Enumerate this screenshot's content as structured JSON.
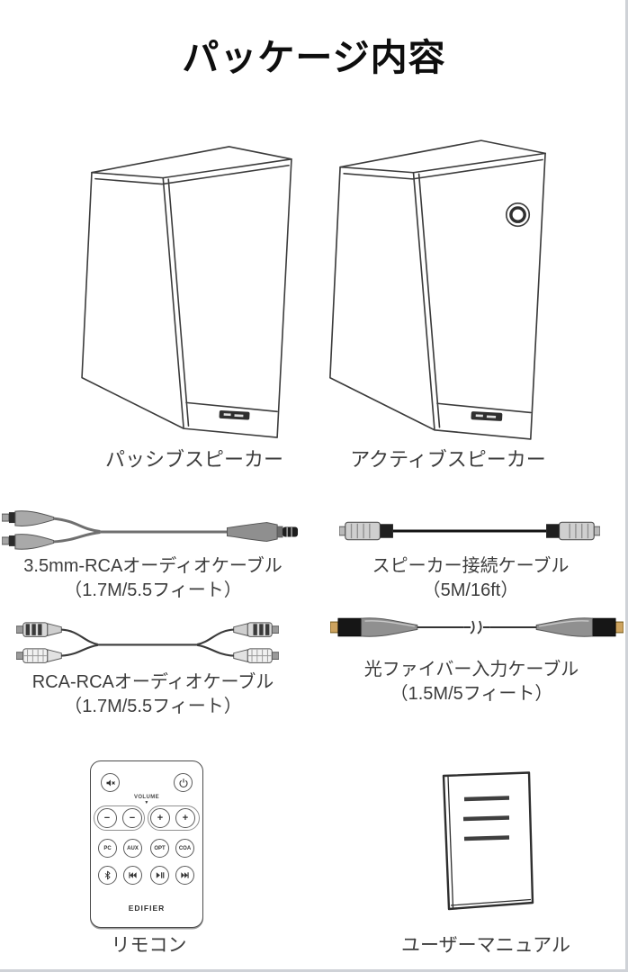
{
  "title": "パッケージ内容",
  "items": {
    "passive_speaker": {
      "label": "パッシブスピーカー"
    },
    "active_speaker": {
      "label": "アクティブスピーカー"
    },
    "cable_35mm_rca": {
      "name": "3.5mm-RCAオーディオケーブル",
      "length": "（1.7M/5.5フィート）"
    },
    "speaker_cable": {
      "name": "スピーカー接続ケーブル",
      "length": "（5M/16ft）"
    },
    "cable_rca_rca": {
      "name": "RCA-RCAオーディオケーブル",
      "length": "（1.7M/5.5フィート）"
    },
    "optical_cable": {
      "name": "光ファイバー入力ケーブル",
      "length": "（1.5M/5フィート）"
    },
    "remote": {
      "label": "リモコン"
    },
    "manual": {
      "label": "ユーザーマニュアル"
    }
  },
  "remote": {
    "volume_label": "VOLUME",
    "volume_arrow": "▼",
    "volume_buttons": [
      "−",
      "−",
      "+",
      "+"
    ],
    "source_buttons": [
      "PC",
      "AUX",
      "OPT",
      "COA"
    ],
    "brand": "EDIFIER"
  },
  "colors": {
    "background": "#ffffff",
    "title_text": "#0e0e0e",
    "label_text": "#3c3c3c",
    "line_art": "#3b3b3b",
    "optical_tip_gold": "#cda35f"
  }
}
